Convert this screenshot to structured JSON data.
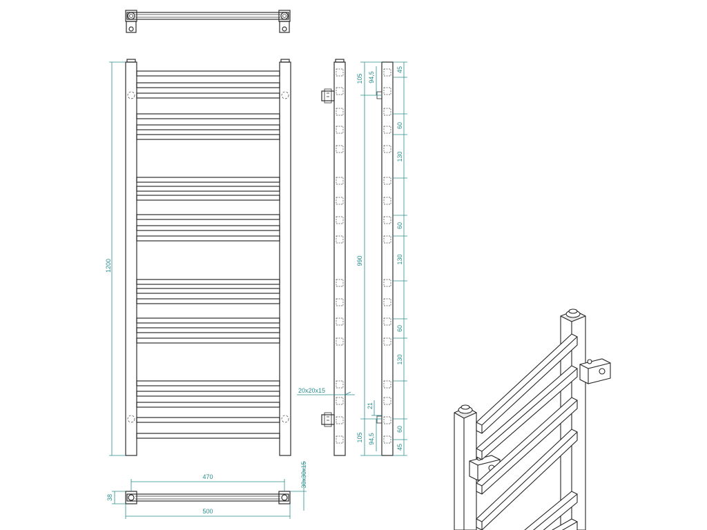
{
  "dimensions": {
    "height_total": "1200",
    "width_centers": "470",
    "width_total": "500",
    "depth": "38",
    "bracket_size": "30x30x15",
    "tube_size": "20x20x15",
    "center_span": "990",
    "top_offset": "105",
    "top_mount": "94,5",
    "bottom_offset": "105",
    "bottom_mount": "94,5",
    "gap_21": "21",
    "spacing_45_top": "45",
    "spacing_60_a": "60",
    "spacing_130_a": "130",
    "spacing_60_b": "60",
    "spacing_130_b": "130",
    "spacing_60_c": "60",
    "spacing_130_c": "130",
    "spacing_60_d": "60",
    "spacing_45_bottom": "45"
  },
  "colors": {
    "line": "#2b2b2b",
    "dimension": "#2a8c8c",
    "background": "#ffffff"
  }
}
